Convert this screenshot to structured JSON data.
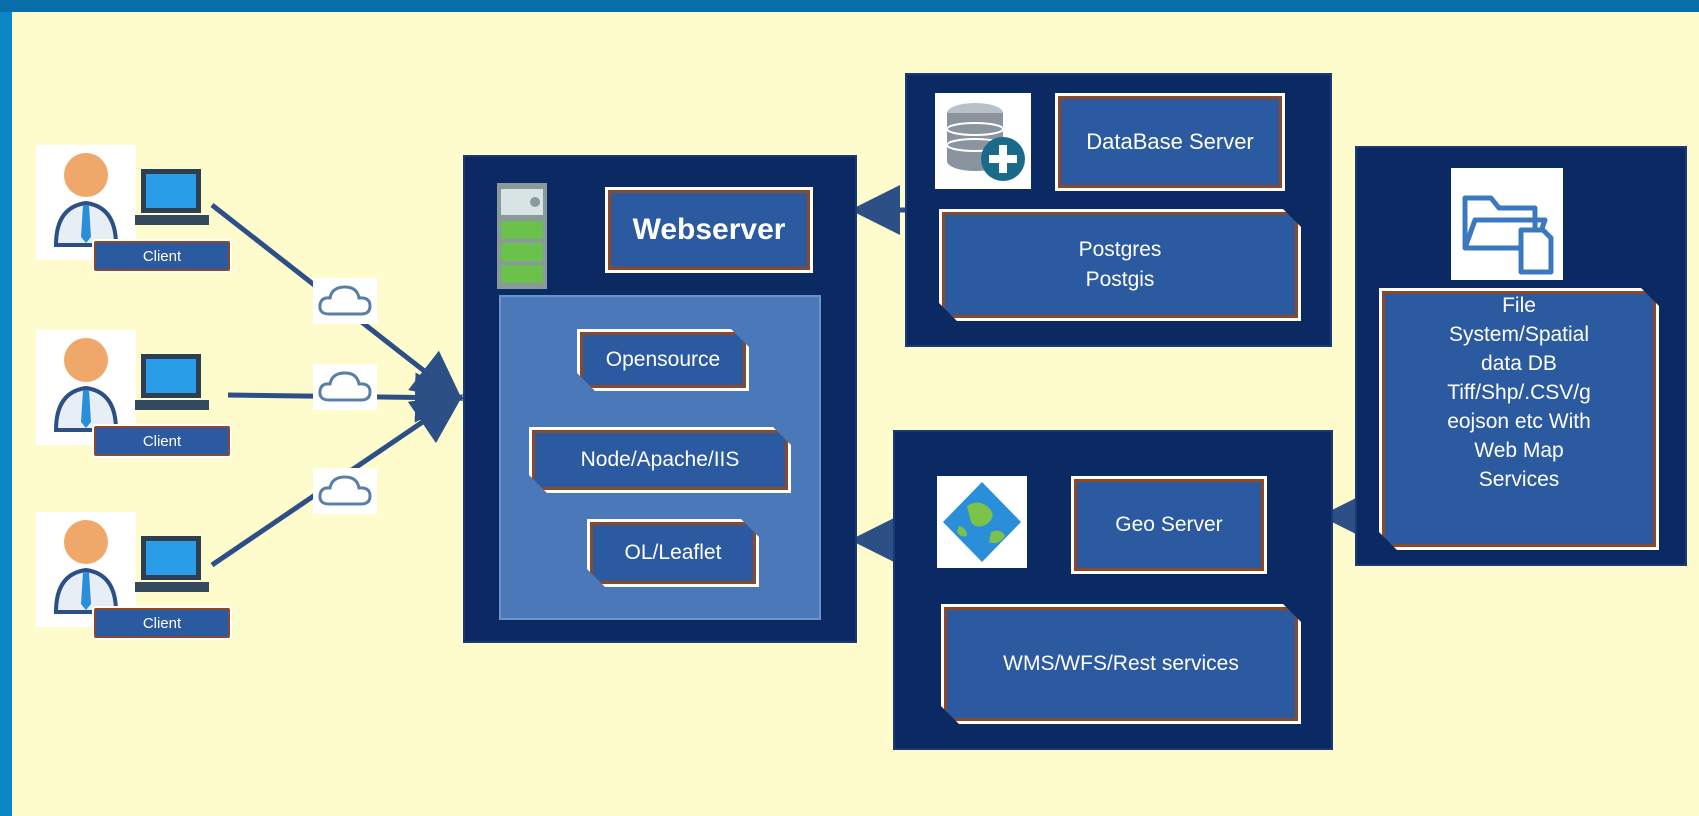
{
  "clients": [
    {
      "label": "Client"
    },
    {
      "label": "Client"
    },
    {
      "label": "Client"
    }
  ],
  "webserver": {
    "title": "Webserver",
    "items": [
      "Opensource",
      "Node/Apache/IIS",
      "OL/Leaflet"
    ]
  },
  "database": {
    "title": "DataBase Server",
    "detail_line1": "Postgres",
    "detail_line2": "Postgis"
  },
  "geoserver": {
    "title": "Geo Server",
    "detail": "WMS/WFS/Rest services"
  },
  "filesystem": {
    "lines": [
      "File",
      "System/Spatial",
      "data DB",
      "Tiff/Shp/.CSV/g",
      "eojson etc With",
      "Web Map",
      "Services"
    ]
  },
  "icons": {
    "client": "user-with-laptop-icon",
    "cloud": "cloud-icon",
    "server": "server-rack-icon",
    "database": "database-plus-icon",
    "globe": "globe-icon",
    "files": "folder-file-icon"
  },
  "colors": {
    "background": "#fefccd",
    "panel": "#0b2a63",
    "label": "#2c5aa0",
    "inner_panel": "#4a78b8",
    "connector": "#2c4f86"
  }
}
